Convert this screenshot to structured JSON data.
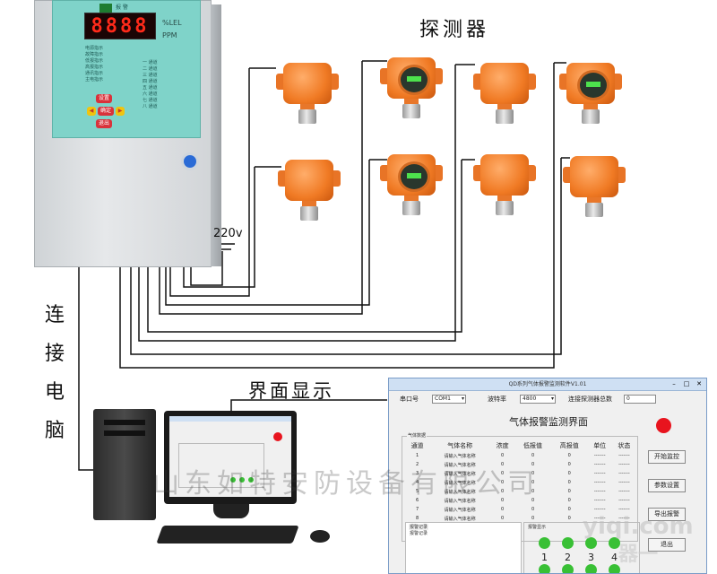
{
  "labels": {
    "detectors": "探测器",
    "voltage": "220v",
    "connect_pc": [
      "连",
      "接",
      "电",
      "脑"
    ],
    "display": "界面显示",
    "watermark": "山东如特安防设备有限公司",
    "wm_domain": "yiqi.com",
    "wm_domain2": "器一"
  },
  "controller": {
    "display_value": "8888",
    "unit1": "%LEL",
    "unit2": "PPM",
    "status_top": "报 警",
    "buttons": {
      "set": "设置",
      "confirm": "确定",
      "exit": "退出"
    },
    "indicator_rows_left": [
      "电源指示",
      "故障指示",
      "低报指示",
      "高报指示",
      "通讯指示",
      "主电指示"
    ],
    "indicator_rows_right": [
      "一 通道",
      "二 通道",
      "三 通道",
      "四 通道",
      "五 通道",
      "六 通道",
      "七 通道",
      "八 通道"
    ]
  },
  "software": {
    "title": "QD系列气体报警监测软件V1.01",
    "port_label": "串口号",
    "port_value": "COM1",
    "baud_label": "波特率",
    "baud_value": "4800",
    "count_label": "连接探测器总数",
    "count_value": "0",
    "heading": "气体报警监测界面",
    "group_title": "气体数据",
    "columns": [
      "通道",
      "气体名称",
      "浓度",
      "低报值",
      "高报值",
      "单位",
      "状态"
    ],
    "rows": [
      [
        "1",
        "请输入气体名称",
        "0",
        "0",
        "0",
        "-------",
        "-------"
      ],
      [
        "2",
        "请输入气体名称",
        "0",
        "0",
        "0",
        "-------",
        "-------"
      ],
      [
        "3",
        "请输入气体名称",
        "0",
        "0",
        "0",
        "-------",
        "-------"
      ],
      [
        "4",
        "请输入气体名称",
        "0",
        "0",
        "0",
        "-------",
        "-------"
      ],
      [
        "5",
        "请输入气体名称",
        "0",
        "0",
        "0",
        "-------",
        "-------"
      ],
      [
        "6",
        "请输入气体名称",
        "0",
        "0",
        "0",
        "-------",
        "-------"
      ],
      [
        "7",
        "请输入气体名称",
        "0",
        "0",
        "0",
        "-------",
        "-------"
      ],
      [
        "8",
        "请输入气体名称",
        "0",
        "0",
        "0",
        "-------",
        "-------"
      ]
    ],
    "buttons": {
      "start": "开始监控",
      "params": "参数设置",
      "export": "导出报警",
      "exit": "退出"
    },
    "log_group": "报警记录",
    "log_group2": "报警记录",
    "light_group": "报警显示",
    "light_numbers": [
      "1",
      "2",
      "3",
      "4"
    ]
  },
  "colors": {
    "detector_orange": "#f07a24",
    "panel_teal": "#7fd3c9",
    "led_red": "#ff2a1a",
    "alarm_red": "#e8141e",
    "ok_green": "#39c035"
  }
}
